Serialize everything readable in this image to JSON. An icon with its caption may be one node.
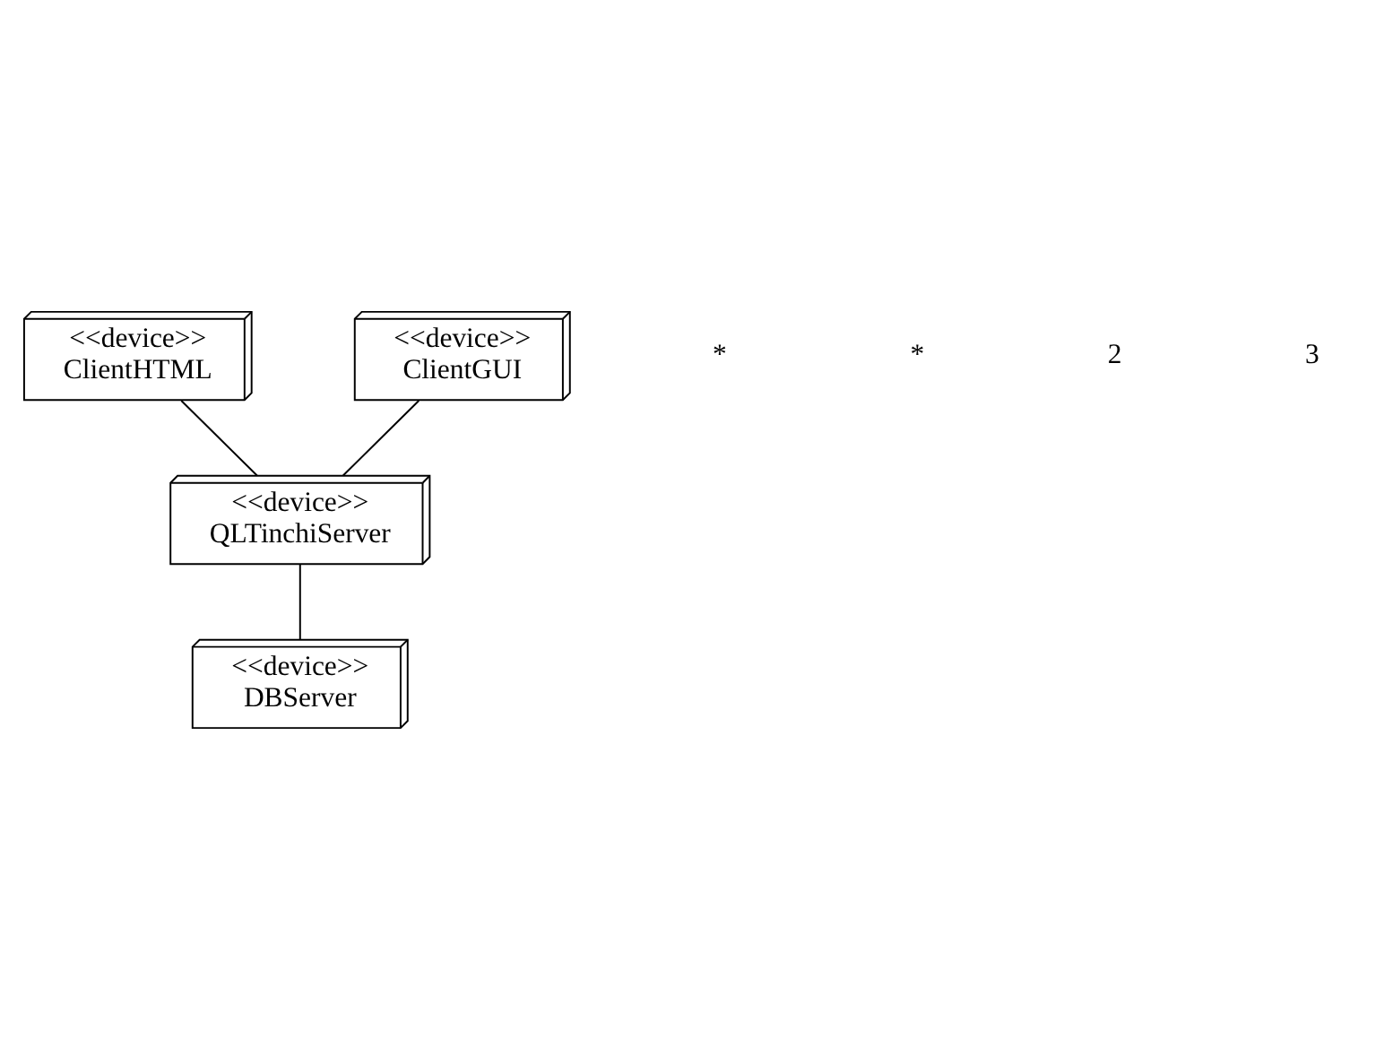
{
  "diagram": {
    "nodes": [
      {
        "text": [
          "<<device>>",
          "ClientHTML"
        ]
      },
      {
        "text": [
          "<<device>>",
          "ClientGUI"
        ]
      },
      {
        "text": [
          "<<device>>",
          "QLTinchiServer"
        ]
      },
      {
        "text": [
          "<<device>>",
          "DBServer"
        ]
      }
    ],
    "edges": [
      {
        "from": 0,
        "to": 2,
        "arrow": "none"
      },
      {
        "from": 1,
        "to": 2,
        "arrow": "none"
      },
      {
        "from": 2,
        "to": 3,
        "arrow": "none"
      }
    ],
    "labels": [
      "*",
      "*",
      "2",
      "3"
    ]
  }
}
